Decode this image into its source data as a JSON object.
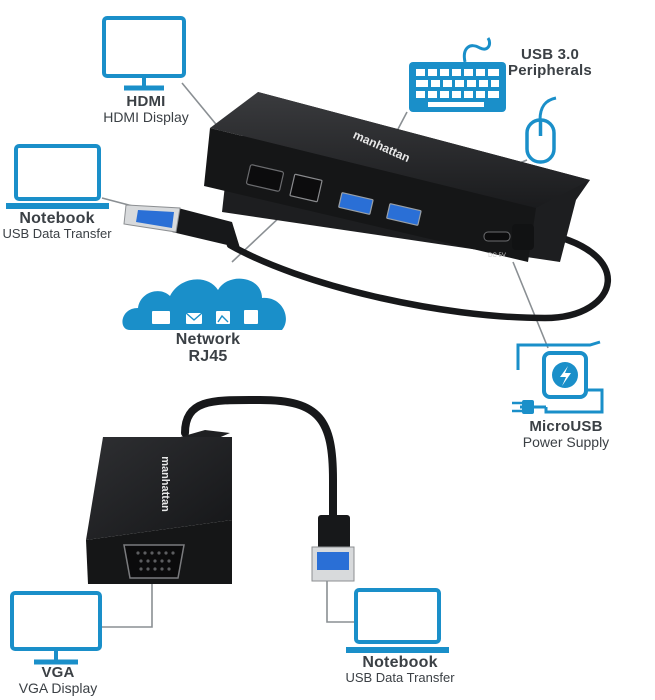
{
  "labels": {
    "hdmi": {
      "title": "HDMI",
      "sub": "HDMI Display"
    },
    "usb3": {
      "title": "USB 3.0",
      "sub": "Peripherals"
    },
    "notebook_top": {
      "title": "Notebook",
      "sub": "USB Data Transfer"
    },
    "network": {
      "title": "Network",
      "sub": "RJ45"
    },
    "microusb": {
      "title": "MicroUSB",
      "sub": "Power Supply"
    },
    "vga": {
      "title": "VGA",
      "sub": "VGA Display"
    },
    "notebook_bottom": {
      "title": "Notebook",
      "sub": "USB Data Transfer"
    }
  },
  "hub": {
    "brand": "manhattan",
    "dc_port": "DC 5V"
  },
  "adapter": {
    "brand": "manhattan"
  },
  "colors": {
    "accent_blue": "#1a8fc9",
    "device_black": "#1b1c1e",
    "port_blue": "#2a6fd6",
    "leader_line": "#8a8f93",
    "label_text": "#3b4045"
  },
  "icons": {
    "hdmi": "monitor-icon",
    "usb3_keyboard": "keyboard-icon",
    "usb3_mouse": "mouse-icon",
    "notebook": "laptop-icon",
    "network": "cloud-icon",
    "power": "power-supply-icon",
    "vga": "monitor-icon"
  }
}
